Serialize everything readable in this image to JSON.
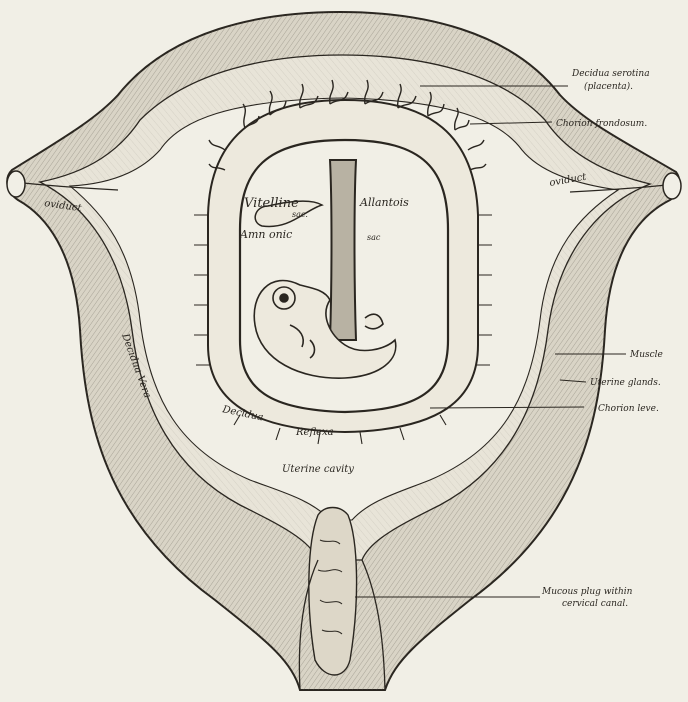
{
  "labels": {
    "decidua_serotina": "Decidua serotina",
    "placenta": "(placenta).",
    "chorion_frondosum": "Chorion frondosum.",
    "oviduct_left": "oviduct",
    "oviduct_right": "oviduct",
    "vitelline": "Vitelline",
    "vitelline_sac": "sac.",
    "allantois": "Allantois",
    "amnionic": "Amn onic",
    "amnionic_sac": "sac",
    "decidua_vera": "Decidua Vera",
    "decidua_reflexa_1": "Decidua",
    "decidua_reflexa_2": "Reflexa",
    "uterine_cavity": "Uterine cavity",
    "muscle": "Muscle",
    "uterine_glands": "Uterine glands.",
    "chorion_leve": "Chorion leve.",
    "mucous_plug_1": "Mucous plug within",
    "mucous_plug_2": "cervical canal."
  },
  "colors": {
    "background": "#f1efe6",
    "ink": "#2a2620",
    "muscle_fill": "#d9d4c6",
    "decidua_fill": "#e8e4d8"
  }
}
